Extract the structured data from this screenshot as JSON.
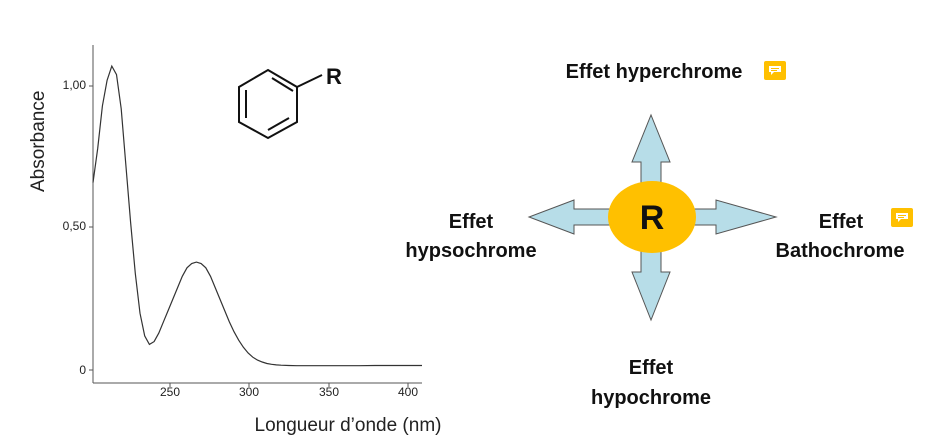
{
  "chart_data": {
    "type": "line",
    "xlabel": "Longueur d’onde (nm)",
    "ylabel": "Absorbance",
    "xlim": [
      200,
      410
    ],
    "ylim": [
      0,
      1.1
    ],
    "x_ticks": [
      "250",
      "300",
      "350",
      "400"
    ],
    "y_ticks": [
      "1,00",
      "0,50",
      "0"
    ],
    "series": [
      {
        "x": [
          200,
          203,
          206,
          209,
          212,
          215,
          218,
          221,
          224,
          227,
          230,
          233,
          236,
          239,
          242,
          245,
          248,
          251,
          254,
          257,
          260,
          263,
          266,
          269,
          272,
          275,
          278,
          281,
          284,
          287,
          290,
          293,
          296,
          299,
          302,
          305,
          308,
          311,
          314,
          317,
          320,
          325,
          330,
          340,
          350,
          360,
          370,
          380,
          390,
          400,
          410
        ],
        "y": [
          0.66,
          0.78,
          0.93,
          1.02,
          1.07,
          1.04,
          0.92,
          0.72,
          0.52,
          0.34,
          0.2,
          0.12,
          0.09,
          0.1,
          0.13,
          0.17,
          0.21,
          0.25,
          0.29,
          0.33,
          0.36,
          0.375,
          0.38,
          0.375,
          0.36,
          0.33,
          0.29,
          0.25,
          0.21,
          0.17,
          0.135,
          0.105,
          0.08,
          0.06,
          0.045,
          0.035,
          0.028,
          0.023,
          0.02,
          0.018,
          0.017,
          0.016,
          0.015,
          0.015,
          0.015,
          0.015,
          0.015,
          0.016,
          0.016,
          0.016,
          0.016
        ]
      }
    ]
  },
  "molecule": {
    "substituent": "R"
  },
  "diagram": {
    "center": "R",
    "up_label": "Effet hyperchrome",
    "left_label": [
      "Effet",
      "hypsochrome"
    ],
    "right_label": [
      "Effet",
      "Bathochrome"
    ],
    "down_label": [
      "Effet",
      "hypochrome"
    ],
    "colors": {
      "circle": "#FFC000",
      "arrow_fill": "#B7DDE8",
      "arrow_stroke": "#555555",
      "comment": "#FFC000"
    }
  }
}
